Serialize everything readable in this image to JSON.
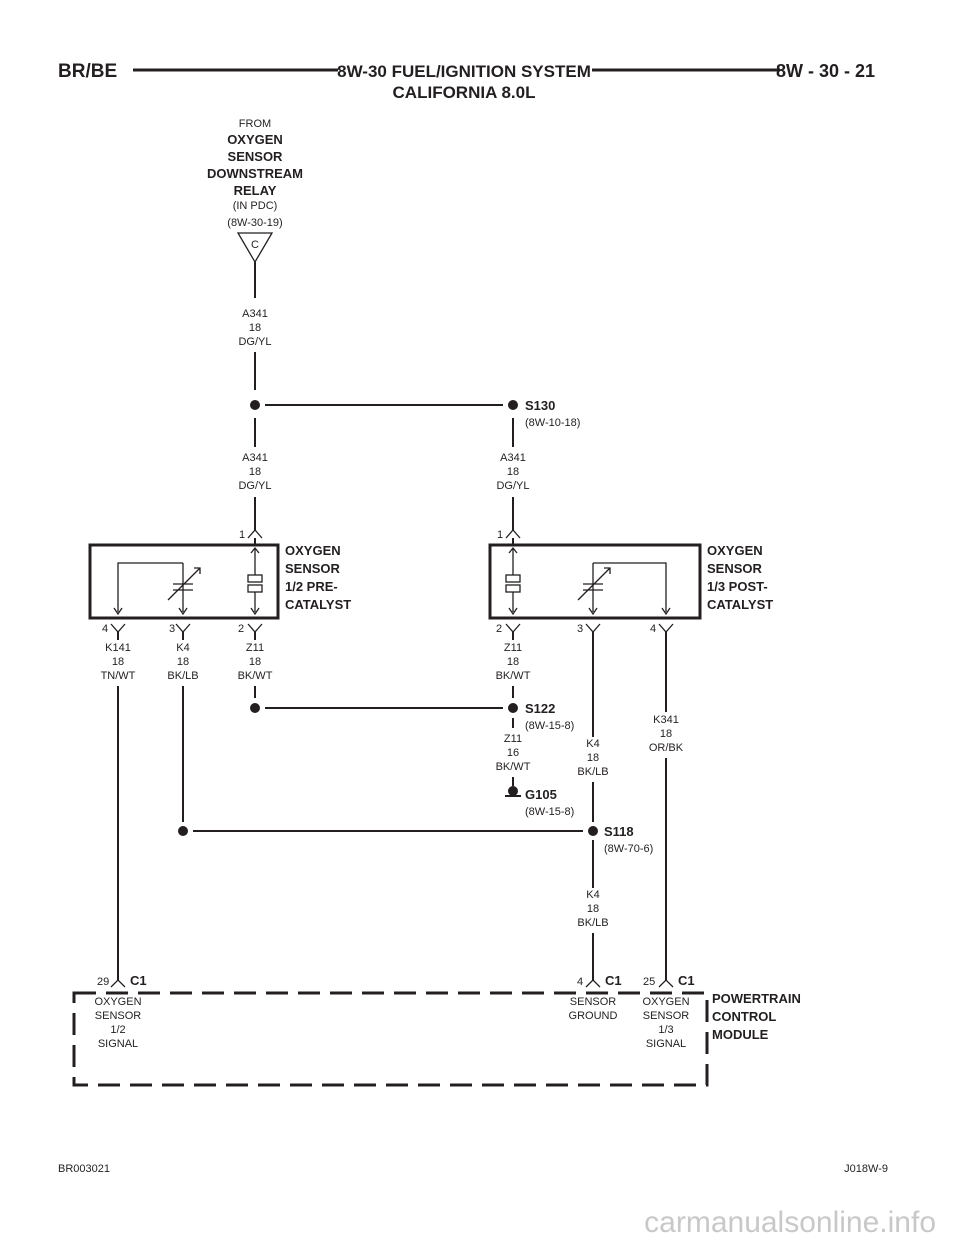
{
  "header": {
    "left": "BR/BE",
    "title_line1": "8W-30 FUEL/IGNITION SYSTEM",
    "title_line2": "CALIFORNIA 8.0L",
    "right": "8W - 30 - 21"
  },
  "source": {
    "from": "FROM",
    "name": [
      "OXYGEN",
      "SENSOR",
      "DOWNSTREAM",
      "RELAY"
    ],
    "location": "(IN PDC)",
    "ref": "(8W-30-19)",
    "connector": "C"
  },
  "wires": {
    "a341_top": [
      "A341",
      "18",
      "DG/YL"
    ],
    "a341_left": [
      "A341",
      "18",
      "DG/YL"
    ],
    "a341_right": [
      "A341",
      "18",
      "DG/YL"
    ],
    "k141": [
      "K141",
      "18",
      "TN/WT"
    ],
    "k4_left": [
      "K4",
      "18",
      "BK/LB"
    ],
    "z11_left": [
      "Z11",
      "18",
      "BK/WT"
    ],
    "z11_right": [
      "Z11",
      "18",
      "BK/WT"
    ],
    "z11_ground": [
      "Z11",
      "16",
      "BK/WT"
    ],
    "k4_mid": [
      "K4",
      "18",
      "BK/LB"
    ],
    "k341": [
      "K341",
      "18",
      "OR/BK"
    ],
    "k4_low": [
      "K4",
      "18",
      "BK/LB"
    ]
  },
  "splices": {
    "s130": {
      "name": "S130",
      "ref": "(8W-10-18)"
    },
    "s122": {
      "name": "S122",
      "ref": "(8W-15-8)"
    },
    "g105": {
      "name": "G105",
      "ref": "(8W-15-8)"
    },
    "s118": {
      "name": "S118",
      "ref": "(8W-70-6)"
    }
  },
  "sensor_left": {
    "name": [
      "OXYGEN",
      "SENSOR",
      "1/2 PRE-",
      "CATALYST"
    ],
    "pin_top": "1",
    "pins_bottom": [
      "4",
      "3",
      "2"
    ]
  },
  "sensor_right": {
    "name": [
      "OXYGEN",
      "SENSOR",
      "1/3 POST-",
      "CATALYST"
    ],
    "pin_top": "1",
    "pins_bottom": [
      "2",
      "3",
      "4"
    ]
  },
  "pcm": {
    "name": [
      "POWERTRAIN",
      "CONTROL",
      "MODULE"
    ],
    "pin1": {
      "number": "29",
      "connector": "C1",
      "label": [
        "OXYGEN",
        "SENSOR",
        "1/2",
        "SIGNAL"
      ]
    },
    "pin2": {
      "number": "4",
      "connector": "C1",
      "label": [
        "SENSOR",
        "GROUND"
      ]
    },
    "pin3": {
      "number": "25",
      "connector": "C1",
      "label": [
        "OXYGEN",
        "SENSOR",
        "1/3",
        "SIGNAL"
      ]
    }
  },
  "footer": {
    "left": "BR003021",
    "right": "J018W-9"
  },
  "watermark": "carmanualsonline.info"
}
